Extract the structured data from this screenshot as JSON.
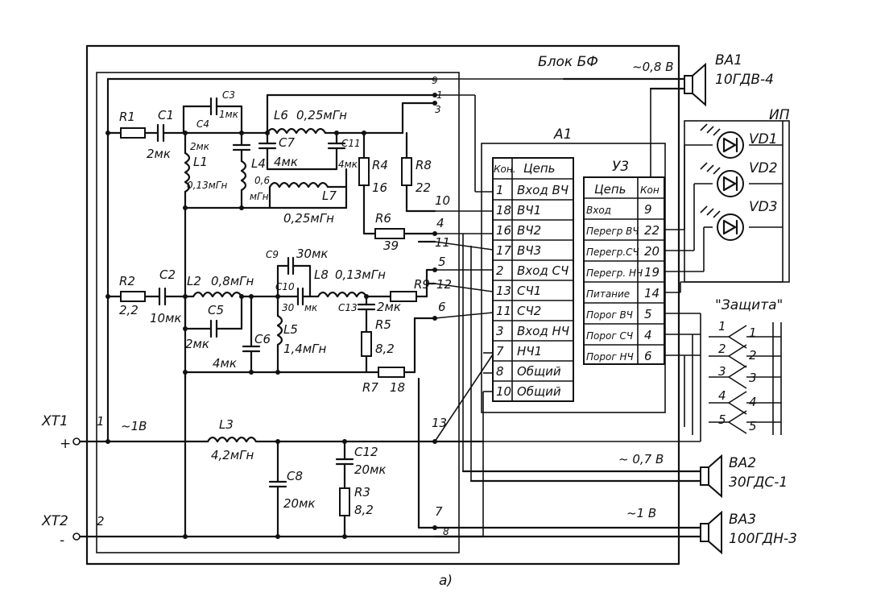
{
  "block": {
    "title": "Блок БФ"
  },
  "speakers": {
    "ba1": {
      "ref": "BA1",
      "model": "10ГДВ-4",
      "voltage": "~0,8 В"
    },
    "ba2": {
      "ref": "BA2",
      "model": "30ГДС-1",
      "voltage": "~ 0,7 В"
    },
    "ba3": {
      "ref": "BA3",
      "model": "100ГДН-3",
      "voltage": "~1 В"
    }
  },
  "indicator": {
    "title": "ИП",
    "leds": [
      "VD1",
      "VD2",
      "VD3"
    ]
  },
  "terminals": {
    "xt1": {
      "ref": "XT1",
      "sign": "+",
      "pin": "1",
      "voltage": "~1В"
    },
    "xt2": {
      "ref": "XT2",
      "sign": "-",
      "pin": "2"
    }
  },
  "components": {
    "r1": "R1",
    "c1": "C1",
    "c1v": "2мк",
    "c3": "C3",
    "c3v": "1мк",
    "c4": "C4",
    "c4v": "2мк",
    "l1": "L1",
    "l1v": "0,13мГн",
    "l6": "L6",
    "l6v": "0,25мГн",
    "c7": "C7",
    "c7v": "4мк",
    "c11": "C11",
    "c11v": "4мк",
    "l4": "L4",
    "l4v1": "0,6",
    "l4v2": "мГн",
    "l7": "L7",
    "l7v": "0,25мГн",
    "r4": "R4",
    "r4v": "16",
    "r8": "R8",
    "r8v": "22",
    "r6": "R6",
    "r6v": "39",
    "r2": "R2",
    "r2v": "2,2",
    "c2": "C2",
    "c2v": "10мк",
    "l2": "L2",
    "l2v": "0,8мГн",
    "c5": "C5",
    "c5v": "2мк",
    "c6": "C6",
    "c6v": "4мк",
    "c9": "C9",
    "c9v": "30мк",
    "c10": "C10",
    "c10v": "30",
    "c10v2": "мк",
    "l8": "L8",
    "l8v": "0,13мГн",
    "r9": "R9",
    "c13": "C13",
    "c13v": "2мк",
    "l5": "L5",
    "l5v": "1,4мГн",
    "r5": "R5",
    "r5v": "8,2",
    "r7": "R7",
    "r7v": "18",
    "l3": "L3",
    "l3v": "4,2мГн",
    "c8": "C8",
    "c8v": "20мк",
    "c12": "C12",
    "c12v": "20мк",
    "r3": "R3",
    "r3v": "8,2"
  },
  "nodes": [
    "9",
    "1",
    "3",
    "10",
    "4",
    "11",
    "5",
    "12",
    "6",
    "13",
    "7",
    "8"
  ],
  "a1": {
    "title": "A1",
    "headers": [
      "Кон.",
      "Цепь"
    ],
    "rows": [
      {
        "pin": "1",
        "name": "Вход ВЧ"
      },
      {
        "pin": "18",
        "name": "ВЧ1"
      },
      {
        "pin": "16",
        "name": "ВЧ2"
      },
      {
        "pin": "17",
        "name": "ВЧ3"
      },
      {
        "pin": "2",
        "name": "Вход СЧ"
      },
      {
        "pin": "13",
        "name": "СЧ1"
      },
      {
        "pin": "11",
        "name": "СЧ2"
      },
      {
        "pin": "3",
        "name": "Вход НЧ"
      },
      {
        "pin": "7",
        "name": "НЧ1"
      },
      {
        "pin": "8",
        "name": "Общий"
      },
      {
        "pin": "10",
        "name": "Общий"
      }
    ]
  },
  "u3": {
    "title": "У3",
    "headers": [
      "Цепь",
      "Кон"
    ],
    "rows": [
      {
        "name": "Вход",
        "pin": "9"
      },
      {
        "name": "Перегр ВЧ",
        "pin": "22"
      },
      {
        "name": "Перегр.СЧ",
        "pin": "20"
      },
      {
        "name": "Перегр. НЧ",
        "pin": "19"
      },
      {
        "name": "Питание",
        "pin": "14"
      },
      {
        "name": "Порог ВЧ",
        "pin": "5"
      },
      {
        "name": "Порог СЧ",
        "pin": "4"
      },
      {
        "name": "Порог НЧ",
        "pin": "6"
      }
    ]
  },
  "protection": {
    "title": "\"Защита\"",
    "left": [
      "1",
      "2",
      "3",
      "4",
      "5"
    ],
    "right": [
      "1",
      "2",
      "3",
      "4",
      "5"
    ]
  },
  "caption": "а)"
}
